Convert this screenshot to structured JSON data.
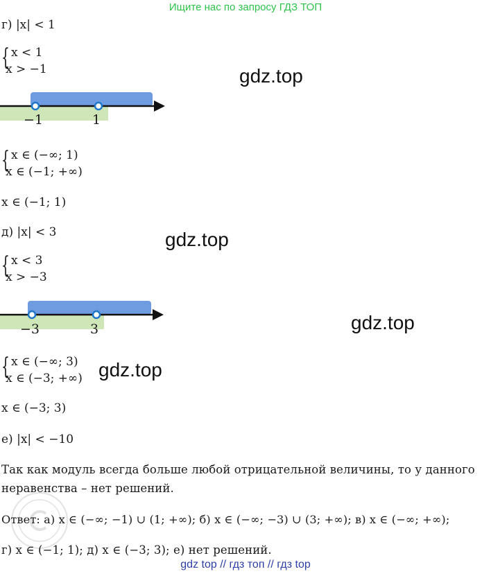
{
  "banner": "Ищите нас по запросу ГДЗ ТОП",
  "watermarks": [
    "gdz.top",
    "gdz.top",
    "gdz.top",
    "gdz.top"
  ],
  "part_g": {
    "label": "г) |x| < 1",
    "system1": [
      "x < 1",
      "x > −1"
    ],
    "axis": {
      "left": "−1",
      "right": "1"
    },
    "system2": [
      "x ∈ (−∞; 1)",
      "x ∈ (−1; +∞)"
    ],
    "result": "x ∈ (−1; 1)"
  },
  "part_d": {
    "label": "д) |x| < 3",
    "system1": [
      "x < 3",
      "x > −3"
    ],
    "axis": {
      "left": "−3",
      "right": "3"
    },
    "system2": [
      "x ∈ (−∞; 3)",
      "x ∈ (−3; +∞)"
    ],
    "result": "x ∈ (−3; 3)"
  },
  "part_e": {
    "label": "е) |x| < −10",
    "explanation_line1": "Так как модуль всегда больше любой отрицательной величины, то у данного",
    "explanation_line2": "неравенства – нет решений."
  },
  "answer": {
    "line1": "Ответ: а) x ∈ (−∞; −1) ∪ (1; +∞); б) x ∈ (−∞; −3) ∪ (3; +∞); в) x ∈ (−∞; +∞);",
    "line2": "г) x ∈ (−1; 1); д) x ∈ (−3; 3); е) нет решений."
  },
  "footer": "gdz top  //  гдз топ  //  гдз top",
  "colors": {
    "banner": "#2ec24a",
    "blue_band": "#6f9be0",
    "green_band": "#cfe6b8",
    "point": "#1f78c8",
    "footer": "#2d3ea6"
  }
}
